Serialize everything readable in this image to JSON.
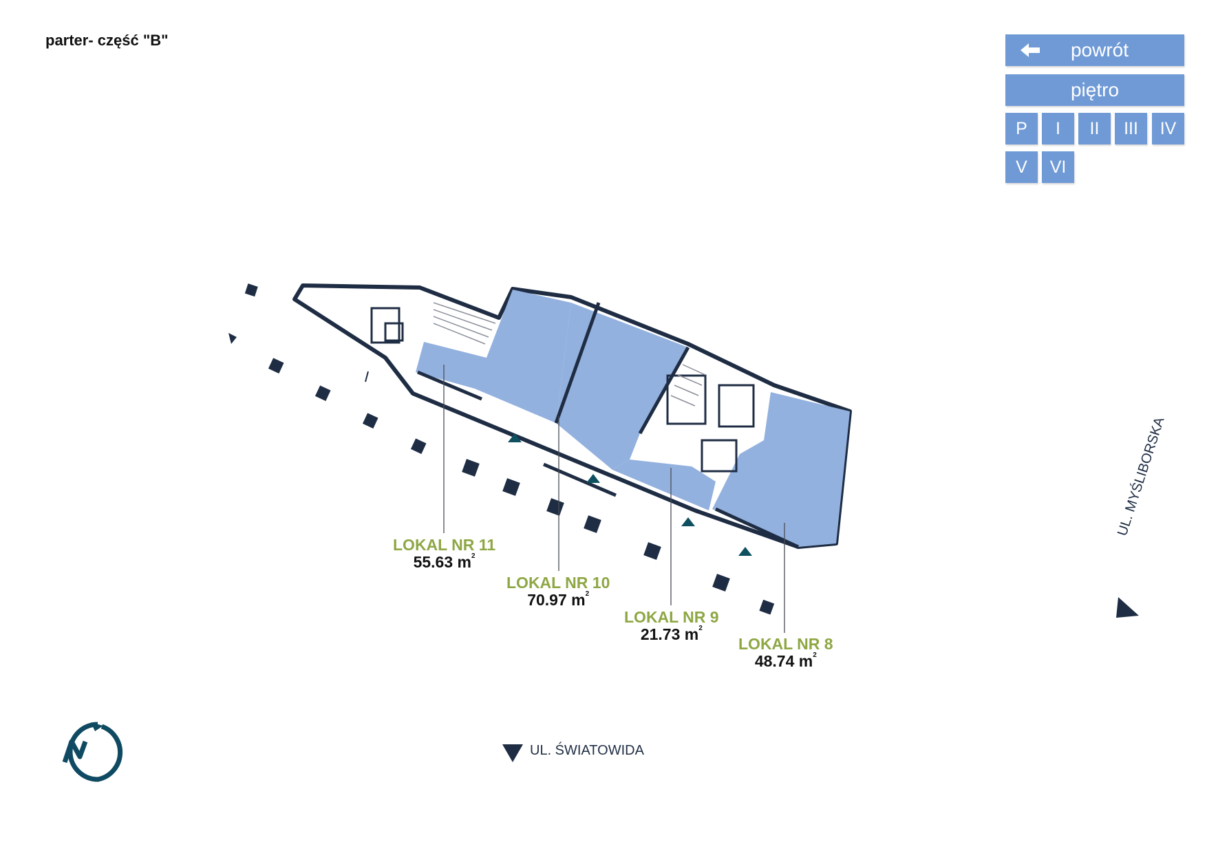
{
  "header": {
    "title": "parter- część \"B\""
  },
  "nav": {
    "back_label": "powrót",
    "floor_label": "piętro",
    "floors": [
      "P",
      "I",
      "II",
      "III",
      "IV",
      "V",
      "VI"
    ]
  },
  "units": [
    {
      "name": "LOKAL NR 11",
      "area": "55.63 m",
      "unit_sup": "2"
    },
    {
      "name": "LOKAL NR 10",
      "area": "70.97 m",
      "unit_sup": "2"
    },
    {
      "name": "LOKAL NR 9",
      "area": "21.73 m",
      "unit_sup": "2"
    },
    {
      "name": "LOKAL NR 8",
      "area": "48.74 m",
      "unit_sup": "2"
    }
  ],
  "streets": {
    "south": "UL. ŚWIATOWIDA",
    "east": "UL. MYŚLIBORSKA"
  },
  "colors": {
    "button": "#6f9ad6",
    "unit_fill": "#93b1de",
    "wall": "#1f2d44",
    "label_green": "#8ea744"
  },
  "icons": {
    "back": "arrow-left-icon",
    "compass": "north-compass-icon"
  }
}
